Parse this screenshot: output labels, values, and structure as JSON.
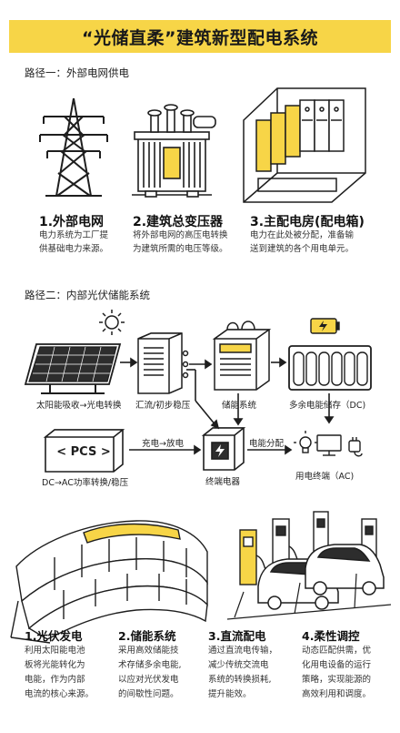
{
  "title": "“光储直柔”建筑新型配电系统",
  "path1": {
    "heading": "路径一：外部电网供电",
    "items": [
      {
        "title": "1.外部电网",
        "desc1": "电力系统为工厂提",
        "desc2": "供基础电力来源。"
      },
      {
        "title": "2.建筑总变压器",
        "desc1": "将外部电网的高压电转换",
        "desc2": "为建筑所需的电压等级。"
      },
      {
        "title": "3.主配电房(配电箱)",
        "desc1": "电力在此处被分配，准备输",
        "desc2": "送到建筑的各个用电单元。"
      }
    ]
  },
  "path2": {
    "heading": "路径二：内部光伏储能系统",
    "labels": {
      "solar": "太阳能吸收→光电转换",
      "combiner": "汇流/初步稳压",
      "storage": "储能系统",
      "battery": "多余电能储存（DC)",
      "pcs_box": "PCS",
      "pcs": "DC→AC功率转换/稳压",
      "charge": "充电→放电",
      "distribute": "电能分配",
      "terminal": "终端电器",
      "load": "用电终端（AC)"
    }
  },
  "bottom": [
    {
      "title": "1.光伏发电",
      "lines": [
        "利用太阳能电池",
        "板将光能转化为",
        "电能，作为内部",
        "电流的核心来源。"
      ]
    },
    {
      "title": "2.储能系统",
      "lines": [
        "采用高效储能技",
        "术存储多余电能,",
        "以应对光伏发电",
        "的间歇性问题。"
      ]
    },
    {
      "title": "3.直流配电",
      "lines": [
        "通过直流电传输，",
        "减少传统交流电",
        "系统的转换损耗,",
        "提升能效。"
      ]
    },
    {
      "title": "4.柔性调控",
      "lines": [
        "动态匹配供需，优",
        "化用电设备的运行",
        "策略，实现能源的",
        "高效利用和调度。"
      ]
    }
  ],
  "colors": {
    "accent": "#f7d547",
    "ink": "#1e1e1e"
  },
  "icons": [
    "pylon-icon",
    "transformer-icon",
    "switchgear-room-icon",
    "sun-icon",
    "solar-panel-icon",
    "combiner-box-icon",
    "storage-unit-icon",
    "battery-bank-icon",
    "pcs-converter-icon",
    "terminal-box-icon",
    "lightbulb-icon",
    "monitor-icon",
    "plug-icon",
    "building-icon",
    "ev-charger-icon",
    "car-icon"
  ]
}
